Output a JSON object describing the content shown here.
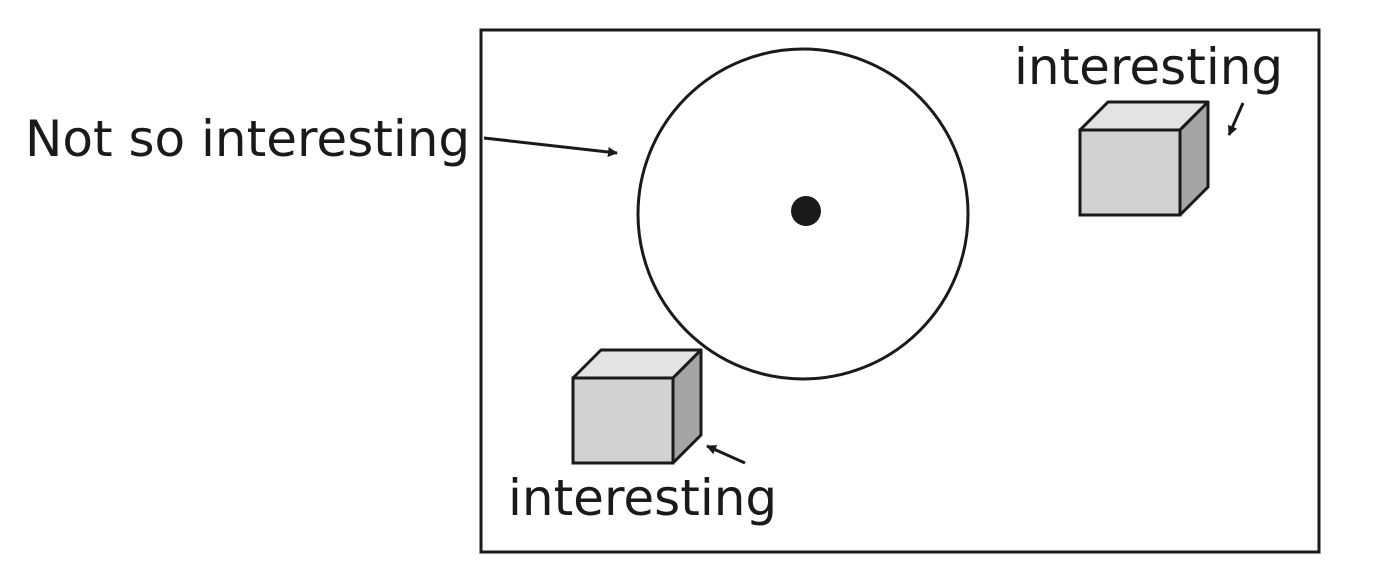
{
  "labels": {
    "circle_label": "Not so interesting",
    "top_right_label": "interesting",
    "bottom_left_label": "interesting"
  },
  "colors": {
    "stroke": "#1a1a1a",
    "background": "#ffffff",
    "cube_front": "#d3d2d2",
    "cube_top": "#e4e3e3",
    "cube_side": "#a4a4a4"
  }
}
